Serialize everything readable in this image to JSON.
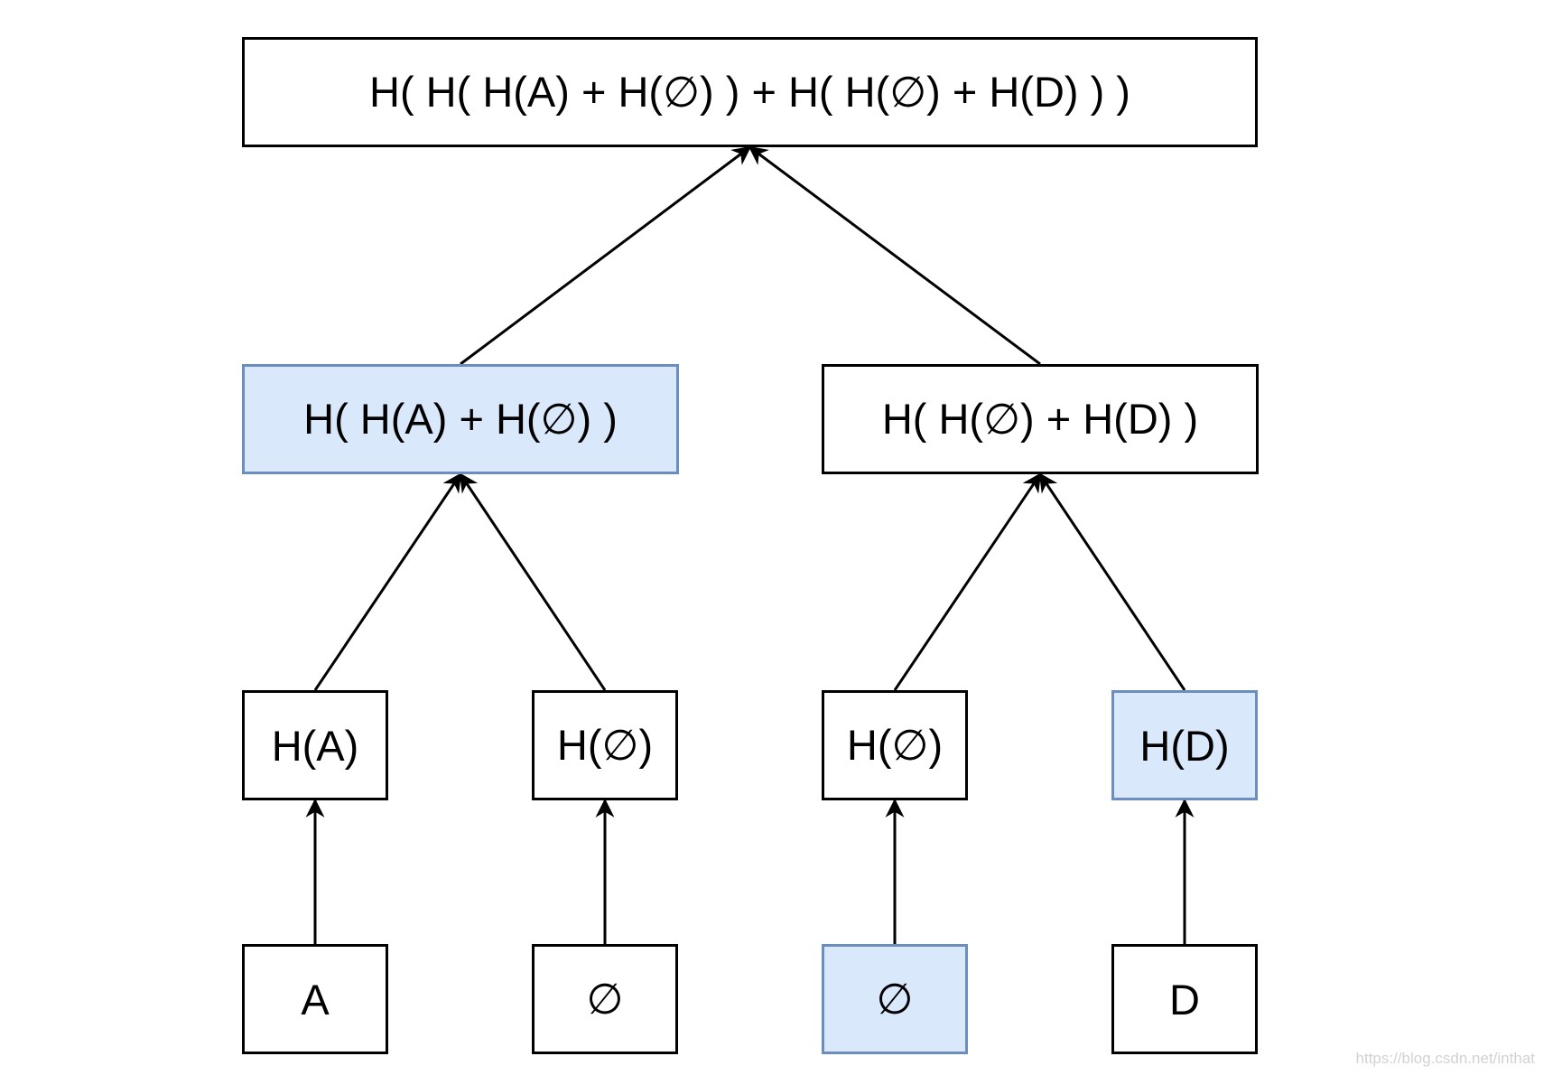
{
  "colors": {
    "highlight_fill": "#dae8fc",
    "highlight_stroke": "#6c8ebf",
    "default_fill": "#ffffff",
    "default_stroke": "#000000"
  },
  "nodes": {
    "root": {
      "label": "H( H( H(A) + H(∅) ) + H( H(∅) + H(D) ) )",
      "highlighted": false
    },
    "left_mid": {
      "label": "H( H(A) + H(∅) )",
      "highlighted": true
    },
    "right_mid": {
      "label": "H( H(∅) + H(D) )",
      "highlighted": false
    },
    "hash_a": {
      "label": "H(A)",
      "highlighted": false
    },
    "hash_empty_left": {
      "label": "H(∅)",
      "highlighted": false
    },
    "hash_empty_right": {
      "label": "H(∅)",
      "highlighted": false
    },
    "hash_d": {
      "label": "H(D)",
      "highlighted": true
    },
    "leaf_a": {
      "label": "A",
      "highlighted": false
    },
    "leaf_empty_left": {
      "label": "∅",
      "highlighted": false
    },
    "leaf_empty_right": {
      "label": "∅",
      "highlighted": true
    },
    "leaf_d": {
      "label": "D",
      "highlighted": false
    }
  },
  "edges": [
    {
      "from": "left_mid",
      "to": "root"
    },
    {
      "from": "right_mid",
      "to": "root"
    },
    {
      "from": "hash_a",
      "to": "left_mid"
    },
    {
      "from": "hash_empty_left",
      "to": "left_mid"
    },
    {
      "from": "hash_empty_right",
      "to": "right_mid"
    },
    {
      "from": "hash_d",
      "to": "right_mid"
    },
    {
      "from": "leaf_a",
      "to": "hash_a"
    },
    {
      "from": "leaf_empty_left",
      "to": "hash_empty_left"
    },
    {
      "from": "leaf_empty_right",
      "to": "hash_empty_right"
    },
    {
      "from": "leaf_d",
      "to": "hash_d"
    }
  ],
  "watermark": "https://blog.csdn.net/inthat"
}
